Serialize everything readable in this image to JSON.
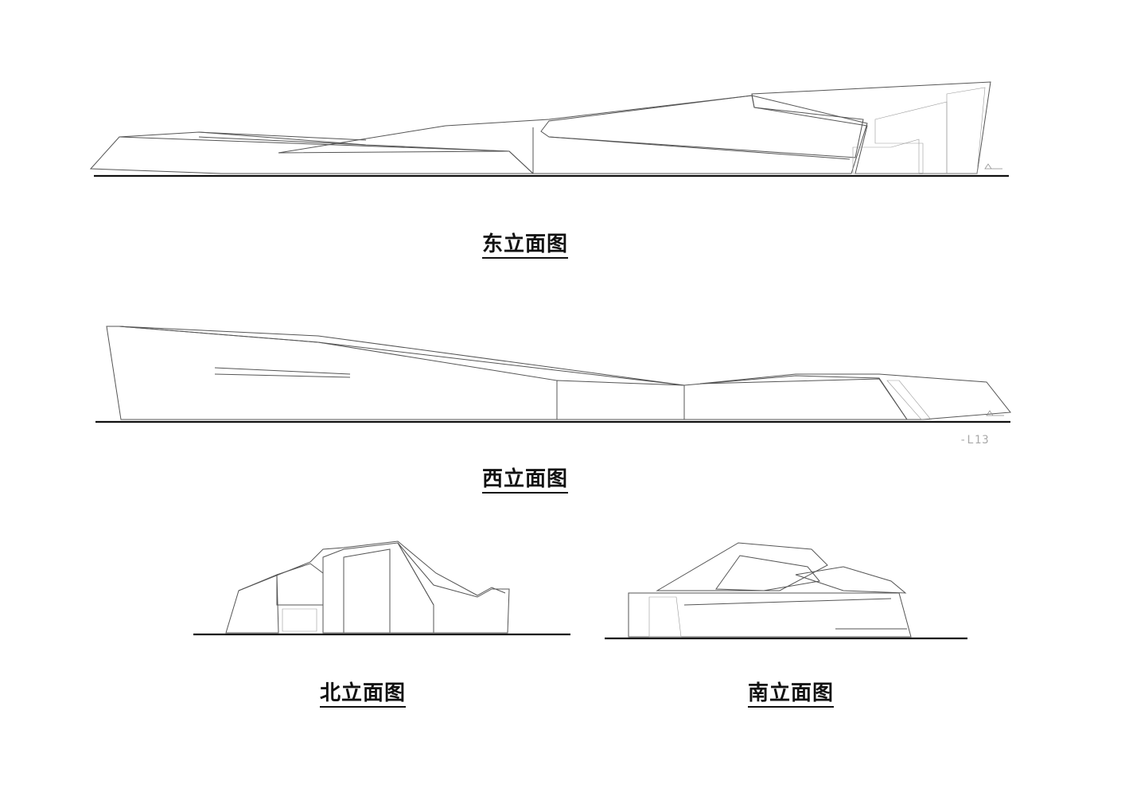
{
  "elevations": {
    "east": {
      "caption": "东立面图"
    },
    "west": {
      "caption": "西立面图"
    },
    "north": {
      "caption": "北立面图"
    },
    "south": {
      "caption": "南立面图"
    }
  },
  "sheet_mark": "-L13",
  "colors": {
    "line": "#555555",
    "hatch": "#aaaaaa",
    "ground": "#111111",
    "paper": "#ffffff"
  }
}
